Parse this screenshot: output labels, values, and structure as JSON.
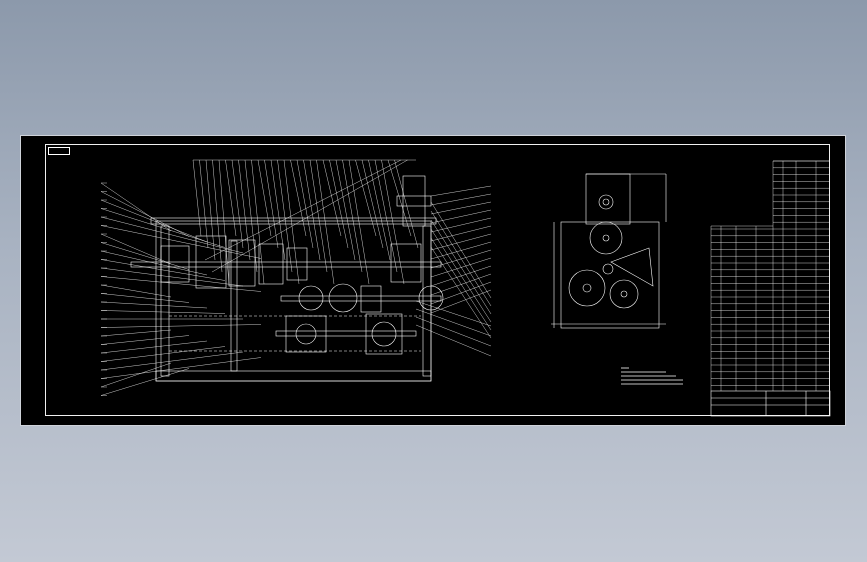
{
  "drawing": {
    "sheet_stamp": "",
    "background_gradient": [
      "#8c99ab",
      "#c3c9d4"
    ],
    "line_color": "#ffffff",
    "views": [
      "front-assembly-view",
      "side-gear-view",
      "parts-list",
      "title-block"
    ]
  }
}
